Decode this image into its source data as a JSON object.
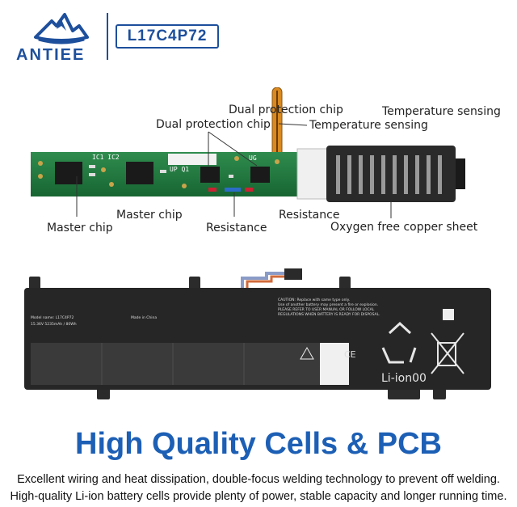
{
  "brand": {
    "name": "ANTIEE",
    "model": "L17C4P72"
  },
  "pcb": {
    "silk_ic": "IC1 IC2",
    "silk_up": "UP Q1",
    "silk_ug": "UG"
  },
  "labels": {
    "dual_protection_1": "Dual protection chip",
    "dual_protection_2": "Dual protection chip",
    "temp_sensing_1": "Temperature sensing",
    "temp_sensing_2": "Temperature sensing",
    "master_chip_1": "Master chip",
    "master_chip_2": "Master chip",
    "resistance_1": "Resistance",
    "resistance_2": "Resistance",
    "copper_sheet": "Oxygen free copper sheet"
  },
  "battery": {
    "li_ion": "Li-ion00",
    "caution": "CAUTION: Replace with same type only.",
    "caution_2": "Use of another battery may present a fire or explosion.",
    "caution_3": "PLEASE REFER TO USER MANUAL OR FOLLOW LOCAL",
    "caution_4": "REGULATIONS WHEN BATTERY IS READY FOR DISPOSAL.",
    "model_name": "Model name: L17C4P72",
    "rating": "15.36V  5235mAh / 80Wh",
    "made_in": "Made in China"
  },
  "headline": "High Quality Cells & PCB",
  "description": [
    "Excellent wiring and heat dissipation, double-focus welding technology to prevent off welding.",
    "High-quality Li-ion battery cells provide plenty of power, stable capacity and longer running time."
  ],
  "colors": {
    "brand_blue": "#1d4f9c",
    "headline_blue": "#1c5fb5",
    "pcb_green": "#1f7a3d",
    "battery_black": "#222222"
  }
}
